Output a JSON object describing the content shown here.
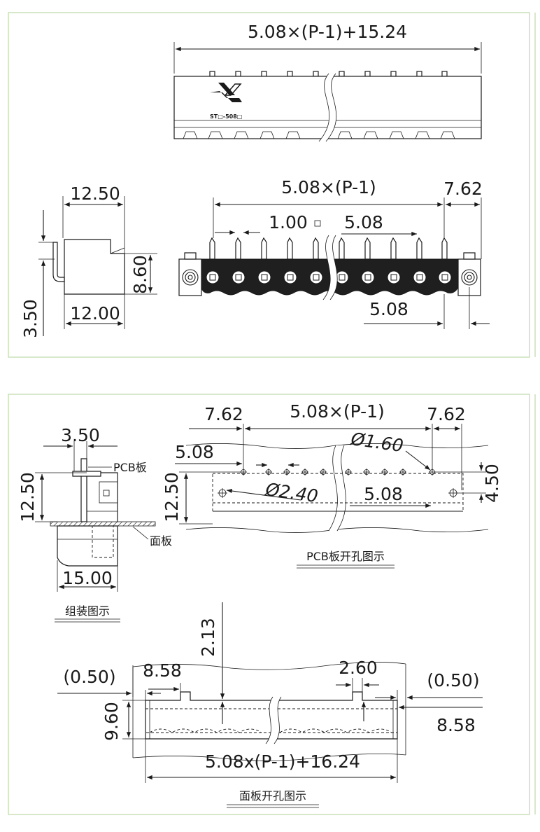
{
  "panels": {
    "top_view": {
      "overall_dim": "5.08×(P-1)+15.24",
      "model_label": "ST□-508□"
    },
    "side_view": {
      "depth_top": "12.50",
      "depth_bottom": "12.00",
      "height": "8.60",
      "pin_offset": "3.50"
    },
    "front_view": {
      "pitch_span": "5.08×(P-1)",
      "end_offset": "7.62",
      "pin_size": "1.00",
      "pitch": "5.08",
      "flange_pitch": "5.08"
    },
    "assembly": {
      "pin_offset": "3.50",
      "height": "12.50",
      "width": "15.00",
      "pcb_label": "PCB板",
      "panel_label": "面板",
      "caption": "组装图示"
    },
    "pcb_layout": {
      "left_offset": "7.62",
      "span": "5.08×(P-1)",
      "right_offset": "7.62",
      "pin_hole": "Ø1.60",
      "left_pitch": "5.08",
      "mount_hole": "Ø2.40",
      "pitch": "5.08",
      "depth": "12.50",
      "hole_depth": "4.50",
      "caption": "PCB板开孔图示"
    },
    "panel_cutout": {
      "notch_depth": "2.13",
      "left_clearance": "(0.50)",
      "left_notch_offset": "8.58",
      "notch_width": "2.60",
      "right_clearance": "(0.50)",
      "right_notch_offset": "8.58",
      "height": "9.60",
      "length": "5.08x(P-1)+16.24",
      "caption": "面板开孔图示"
    }
  }
}
